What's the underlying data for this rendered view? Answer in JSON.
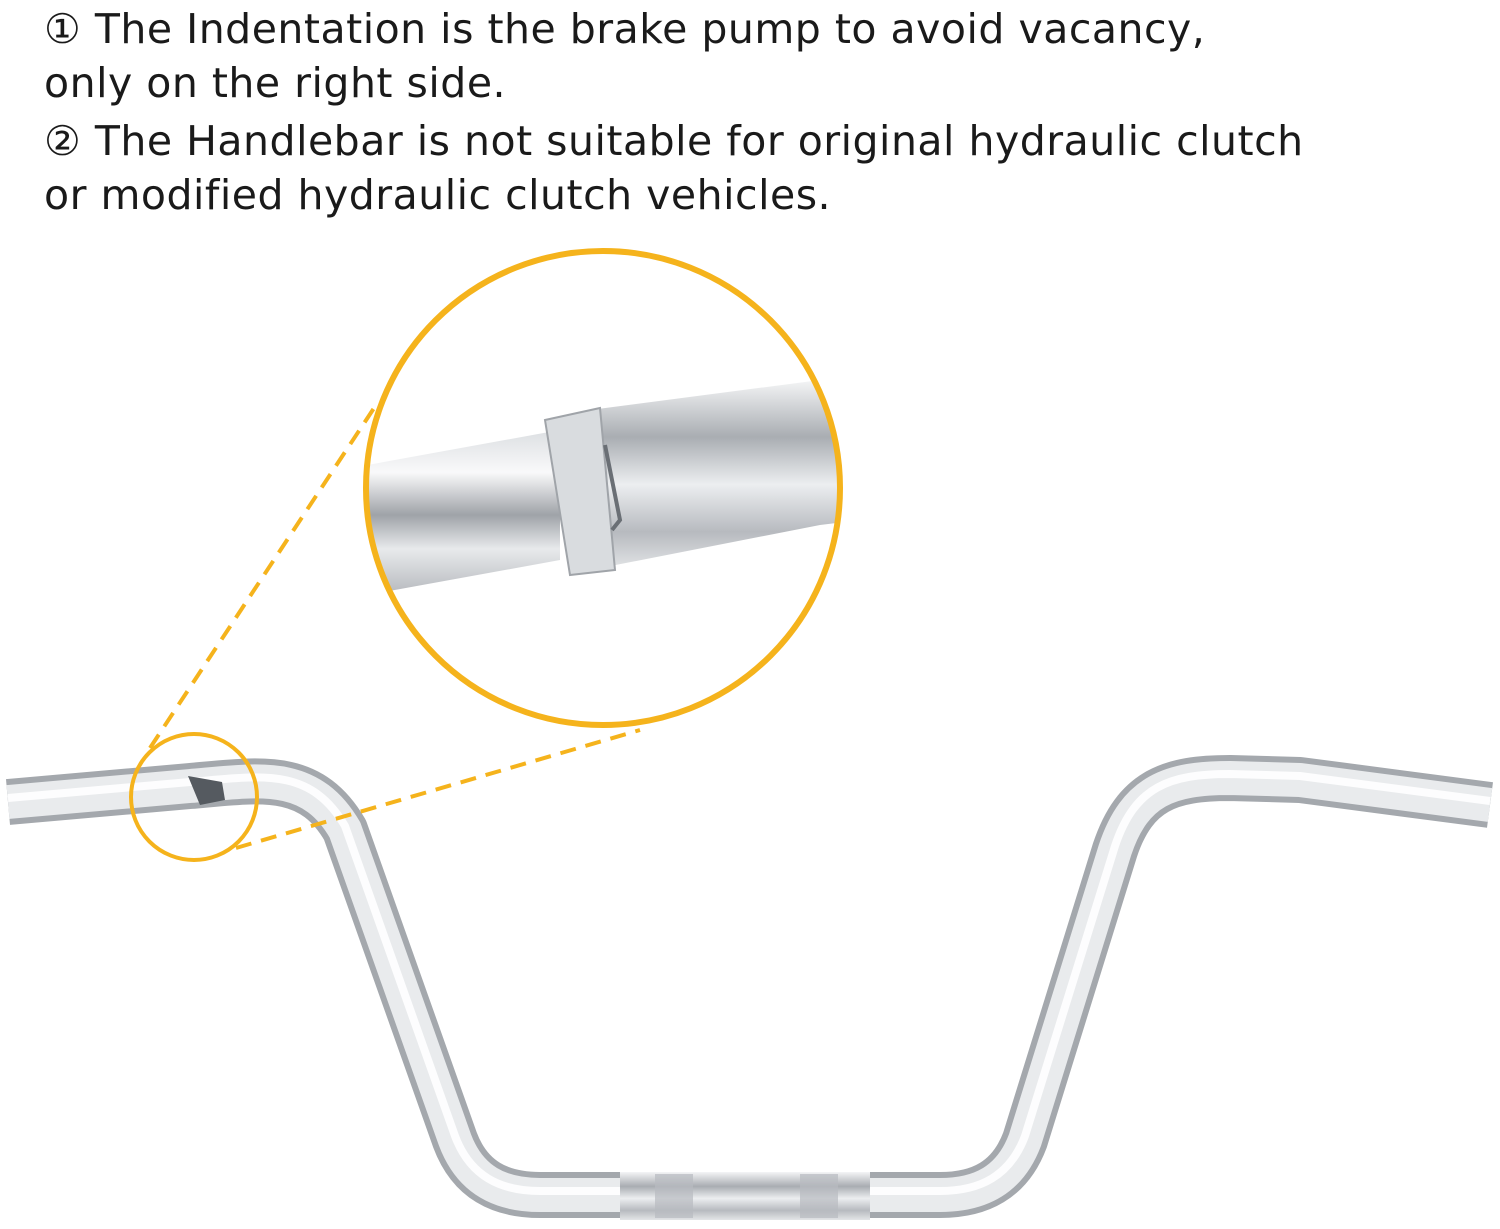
{
  "notes": [
    {
      "marker": "①",
      "line1": "The Indentation is the brake pump to avoid vacancy,",
      "line2": "only on the right side."
    },
    {
      "marker": "②",
      "line1": "The Handlebar is not suitable for original hydraulic clutch",
      "line2": "or modified hydraulic clutch vehicles."
    }
  ],
  "colors": {
    "accent": "#F5B31C",
    "chrome": "#C9CCD0",
    "text": "#1a1a1a"
  }
}
